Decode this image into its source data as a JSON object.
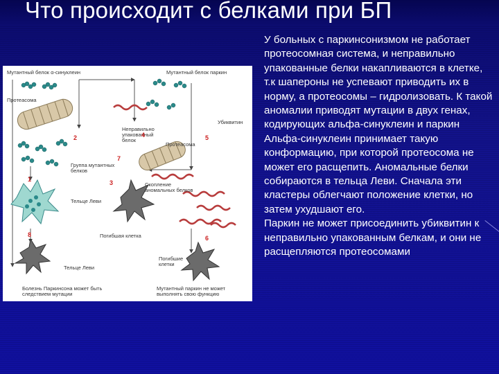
{
  "slide": {
    "title": "Что происходит с белками при БП",
    "paragraphs": [
      "У больных с паркинсонизмом не работает протеосомная система, и неправильно упакованные белки накапливаются в клетке, т.к шапероны не успевают приводить их в норму, а протеосомы – гидролизовать. К такой аномалии приводят мутации в двух генах, кодирующих альфа-синуклеин и паркин",
      "Альфа-синуклеин принимает такую конформацию, при которой протеосома не может его расщепить. Аномальные белки собираются в тельца Леви. Сначала эти кластеры облегчают положение клетки, но затем ухудшают его.",
      "Паркин не может присоединить убиквитин к неправильно упакованным белкам, и они не расщепляются протеосомами"
    ]
  },
  "figure": {
    "labels": {
      "mutant_synuclein": "Мутантный белок α-синуклеин",
      "mutant_parkin": "Мутантный белок паркин",
      "proteasome_left": "Протеасома",
      "misfolded": "Неправильно упакованный белок",
      "ubiquitin": "Убиквитин",
      "proteasome_mid": "Протеасома",
      "mutant_group": "Группа мутантных белков",
      "abnormal_proteins": "Скопление аномальных белков",
      "lewy_cluster": "Тельце Леви",
      "neuron_mid": "Погибшая клетка",
      "neuron_right": "Погибшие клетки",
      "lewy_body": "Тельце Леви",
      "bottom_left": "Болезнь Паркинсона может быть следствием мутации",
      "bottom_right": "Мутантный паркин не может выполнять свою функцию"
    },
    "step_markers": [
      "1",
      "2",
      "3",
      "4",
      "5",
      "6",
      "7",
      "8"
    ]
  }
}
